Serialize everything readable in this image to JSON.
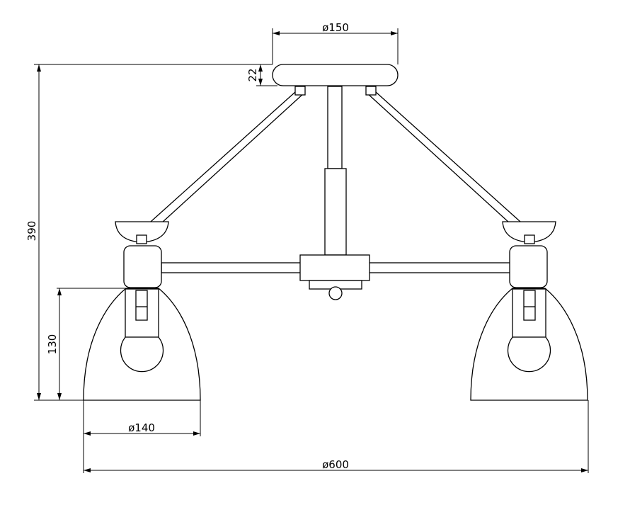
{
  "drawing": {
    "title": "Ceiling lamp dimension drawing",
    "dimensions": {
      "canopy_diameter": "ø150",
      "canopy_height": "22",
      "total_height": "390",
      "shade_height": "130",
      "shade_diameter": "ø140",
      "total_diameter": "ø600"
    },
    "line_color": "#000000",
    "background_color": "#ffffff"
  }
}
